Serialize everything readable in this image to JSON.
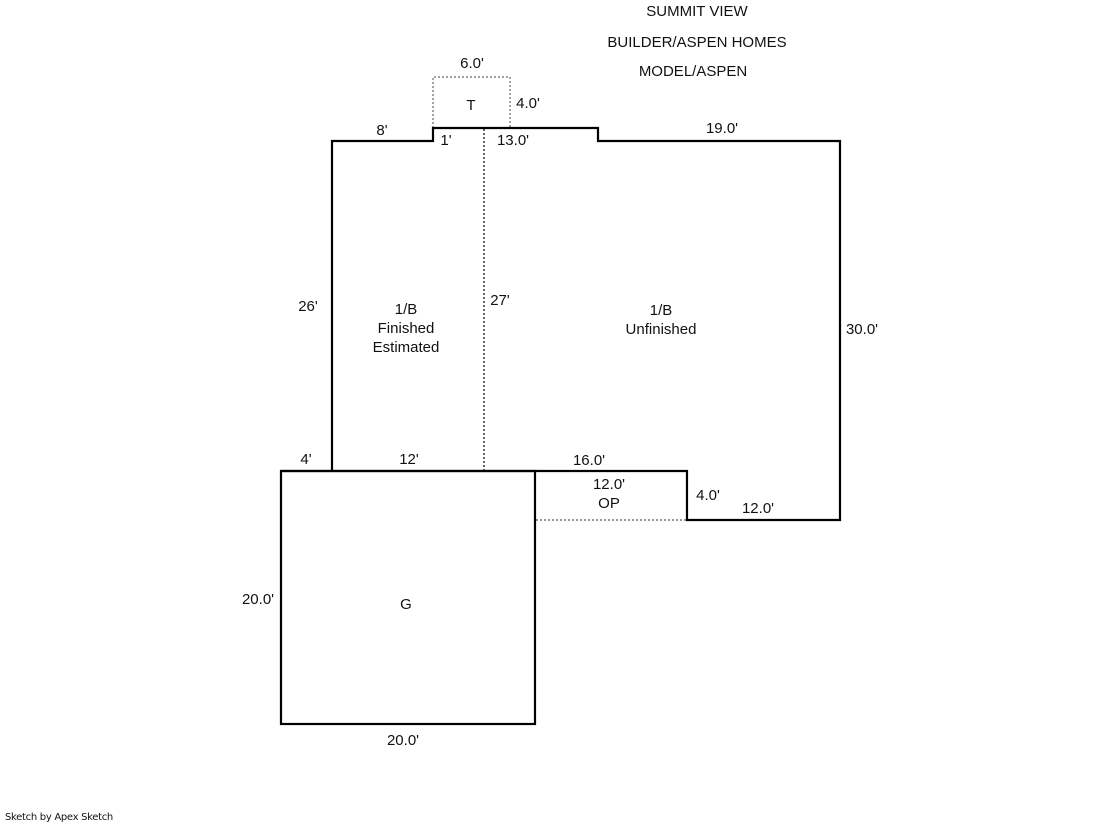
{
  "header": {
    "title": "SUMMIT VIEW",
    "builder": "BUILDER/ASPEN HOMES",
    "model": "MODEL/ASPEN"
  },
  "areas": {
    "t": {
      "code": "T"
    },
    "basement_finished": {
      "lines": [
        "1/B",
        "Finished",
        "Estimated"
      ]
    },
    "basement_unfinished": {
      "lines": [
        "1/B",
        "Unfinished"
      ]
    },
    "open_porch": {
      "dimension": "12.0'",
      "code": "OP"
    },
    "garage": {
      "code": "G"
    }
  },
  "dimensions": {
    "t_top": "6.0'",
    "t_right": "4.0'",
    "top_left": "8'",
    "step_left": "1'",
    "top_center": "13.0'",
    "top_right": "19.0'",
    "left_wall": "26'",
    "center_divider": "27'",
    "right_wall": "30.0'",
    "bottom_left_offset": "4'",
    "bottom_finished": "12'",
    "op_top": "16.0'",
    "op_right": "4.0'",
    "bottom_right": "12.0'",
    "garage_left": "20.0'",
    "garage_bottom": "20.0'"
  },
  "footer": {
    "credit": "Sketch by Apex Sketch"
  },
  "colors": {
    "wall": "#000000",
    "dotted": "#555555",
    "text": "#111111",
    "background": "#ffffff"
  }
}
